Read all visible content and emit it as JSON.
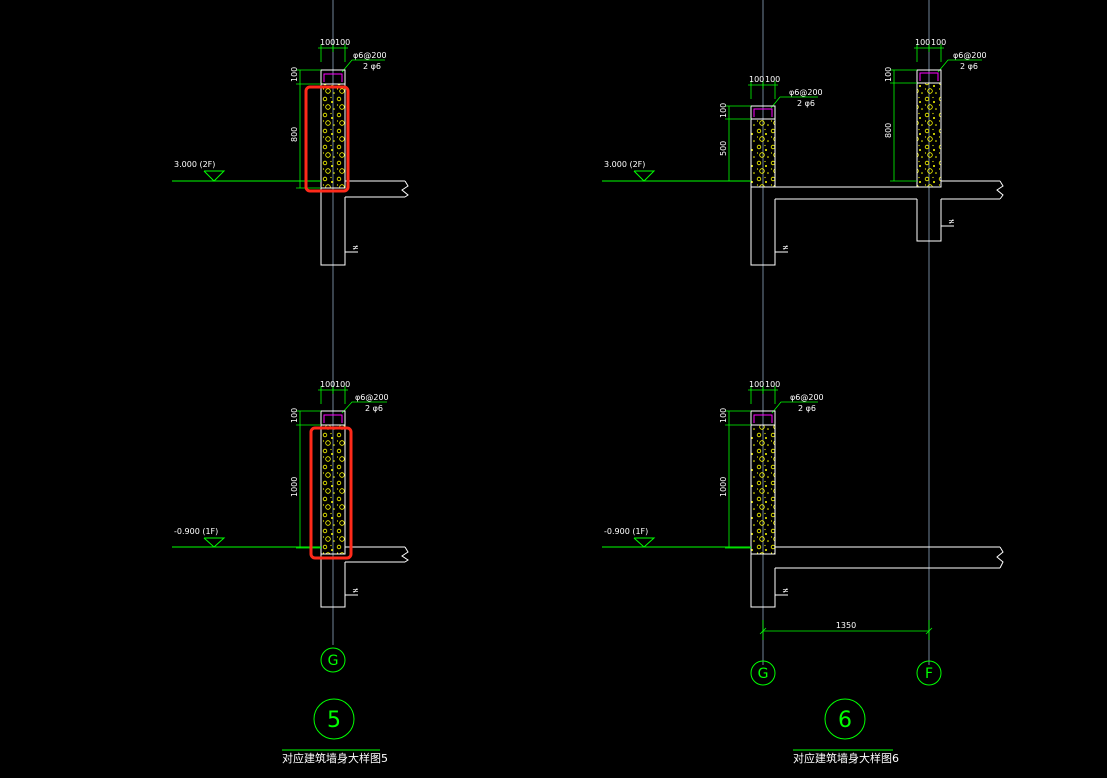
{
  "details": {
    "d5": {
      "number": "5",
      "caption": "对应建筑墙身大样图5",
      "axis": "G",
      "upper": {
        "dim_top": [
          "100",
          "100"
        ],
        "rebar_label": [
          "φ6@200",
          "2 φ6"
        ],
        "dim_side": [
          "100",
          "800"
        ],
        "level": "3.000  (2F)"
      },
      "lower": {
        "dim_top": [
          "100",
          "100"
        ],
        "rebar_label": [
          "φ6@200",
          "2 φ6"
        ],
        "dim_side": [
          "100",
          "1000"
        ],
        "level": "-0.900  (1F)"
      }
    },
    "d6": {
      "number": "6",
      "caption": "对应建筑墙身大样图6",
      "axes": [
        "G",
        "F"
      ],
      "span_dim": "1350",
      "upper_left": {
        "dim_top": [
          "100",
          "100"
        ],
        "rebar_label": [
          "φ6@200",
          "2 φ6"
        ],
        "dim_side": [
          "100",
          "500"
        ],
        "level": "3.000  (2F)"
      },
      "upper_right": {
        "dim_top": [
          "100",
          "100"
        ],
        "rebar_label": [
          "φ6@200",
          "2 φ6"
        ],
        "dim_side": [
          "100",
          "800"
        ]
      },
      "lower": {
        "dim_top": [
          "100",
          "100"
        ],
        "rebar_label": [
          "φ6@200",
          "2 φ6"
        ],
        "dim_side": [
          "100",
          "1000"
        ],
        "level": "-0.900  (1F)"
      }
    }
  },
  "colors": {
    "background": "#000000",
    "dimension": "#00ff00",
    "concrete_fill": "#ffff00",
    "rebar": "#ff00ff",
    "highlight": "#ff2a1a",
    "gridline": "#8fa7bf"
  }
}
